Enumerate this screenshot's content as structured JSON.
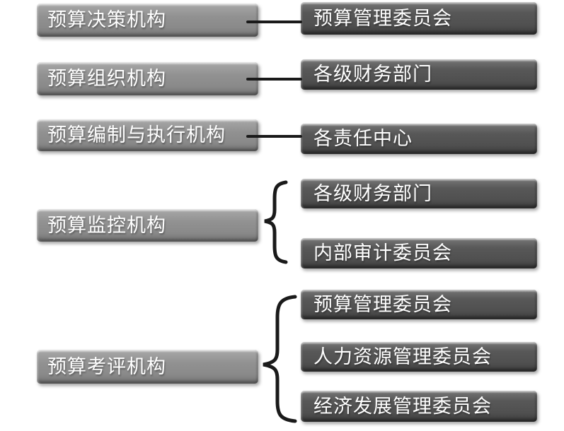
{
  "diagram": {
    "rows": [
      {
        "left": "预算决策机构",
        "connector": "line",
        "right_items": [
          "预算管理委员会"
        ]
      },
      {
        "left": "预算组织机构",
        "connector": "line",
        "right_items": [
          "各级财务部门"
        ]
      },
      {
        "left": "预算编制与执行机构",
        "connector": "line",
        "right_items": [
          "各责任中心"
        ]
      },
      {
        "left": "预算监控机构",
        "connector": "brace",
        "right_items": [
          "各级财务部门",
          "内部审计委员会"
        ]
      },
      {
        "left": "预算考评机构",
        "connector": "brace",
        "right_items": [
          "预算管理委员会",
          "人力资源管理委员会",
          "经济发展管理委员会"
        ]
      }
    ],
    "colors": {
      "left_box_fill": "#8f8f8f",
      "right_box_fill": "#4f4f4f",
      "connector": "#1a1a1a",
      "text": "#ffffff",
      "background": "#ffffff"
    }
  }
}
